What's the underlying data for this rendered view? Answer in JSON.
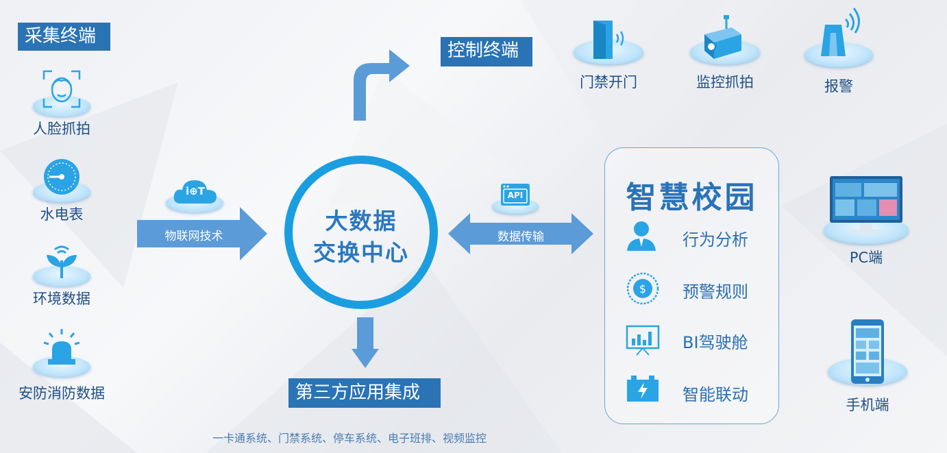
{
  "collect": {
    "title": "采集终端",
    "items": [
      "人脸抓拍",
      "水电表",
      "环境数据",
      "安防消防数据"
    ]
  },
  "control": {
    "title": "控制终端",
    "items": [
      "门禁开门",
      "监控抓拍",
      "报警"
    ]
  },
  "center": {
    "line1": "大数据",
    "line2": "交换中心"
  },
  "iot": {
    "badge": "i⊕T",
    "label": "物联网技术"
  },
  "transfer": {
    "badge": "API",
    "label": "数据传输"
  },
  "third_party": {
    "title": "第三方应用集成",
    "systems": "一卡通系统、门禁系统、停车系统、电子班排、视频监控"
  },
  "campus": {
    "title": "智慧校园",
    "items": [
      "行为分析",
      "预警规则",
      "BI驾驶舱",
      "智能联动"
    ]
  },
  "clients": {
    "pc": "PC端",
    "mobile": "手机端"
  },
  "colors": {
    "header_bg": "#2a73b5",
    "arrow": "#5b9bd8",
    "ring": "#1a9ee0",
    "icon": "#2aa4e4",
    "label": "#1f4f86"
  }
}
